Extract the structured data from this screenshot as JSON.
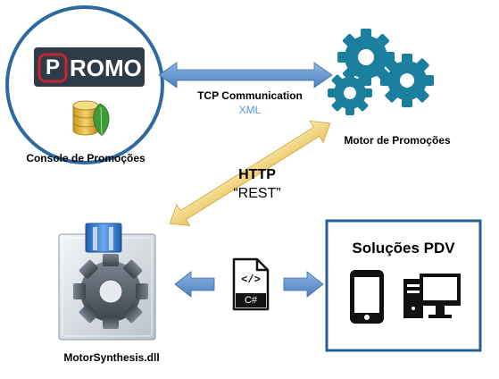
{
  "console": {
    "logo_p": "P",
    "logo_rest": "ROMO",
    "label": "Console de Promoções"
  },
  "motor": {
    "label": "Motor de Promoções"
  },
  "tcp": {
    "title": "TCP Communication",
    "format": "XML"
  },
  "http": {
    "title": "HTTP",
    "style": "“REST”"
  },
  "dll": {
    "label": "MotorSynthesis.dll"
  },
  "csharp": {
    "glyph": "</>",
    "lang": "C#"
  },
  "pdv": {
    "title": "Soluções PDV"
  },
  "icons": {
    "database": "database-icon",
    "gears": "gears-icon",
    "dll": "dll-gear-icon",
    "code_file": "code-file-icon",
    "phone": "smartphone-icon",
    "desktop": "desktop-computer-icon"
  },
  "colors": {
    "console_ring": "#2e6aa0",
    "logo_bg": "#2e3b48",
    "logo_red": "#c8252b",
    "gears": "#1b7f9e",
    "arrow_blue": "#5b8fcb",
    "arrow_yellow": "#f0d27a",
    "pdv_border": "#2b5f94",
    "xml_text": "#5b9bd5"
  }
}
